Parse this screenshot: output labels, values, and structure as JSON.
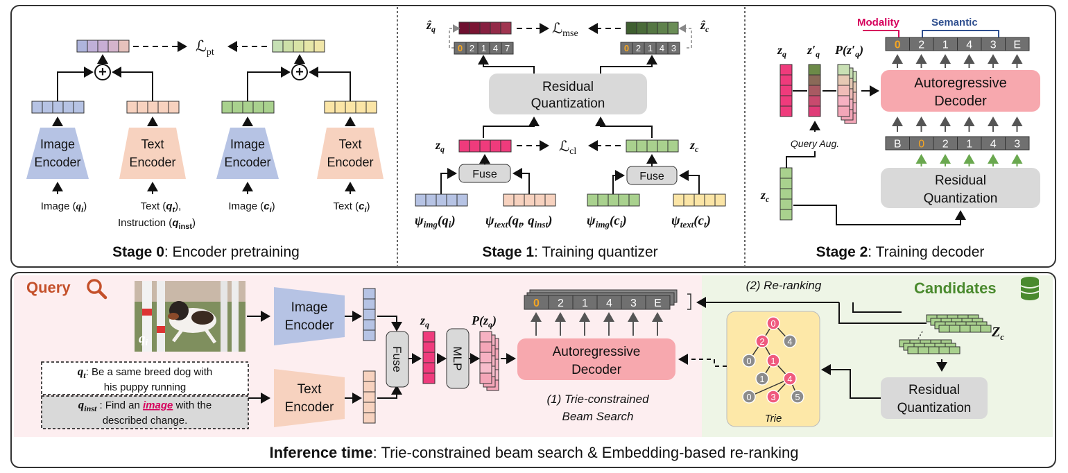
{
  "colors": {
    "img": "#b6c3e4",
    "txt": "#f7d2bf",
    "cand": "#a9d18e",
    "cand_text": "#fbe5a6",
    "pink": "#ef3b7c",
    "maroon": "#7a1432",
    "darkgreen": "#4a6b39",
    "decoder": "#f7a8ae",
    "gray": "#d9d9d9",
    "code": "#707070",
    "zero": "#f5a623",
    "query_bg": "#fdeef0",
    "cand_bg": "#eef5e6",
    "trie_bg": "#fde8a8",
    "modality": "#d6005c",
    "semantic": "#2f4f8f",
    "candidates": "#4a8a2e",
    "query": "#c4502a"
  },
  "stage0": {
    "title_bold": "Stage 0",
    "title_rest": ": Encoder pretraining",
    "loss": "ℒ",
    "loss_sub": "pt",
    "plus": "+",
    "enc_image_1": "Image",
    "enc_image_2": "Encoder",
    "enc_text_1": "Text",
    "enc_text_2": "Encoder",
    "in_image_q": "Image (",
    "in_image_q_v": "q",
    "in_image_q_s": "i",
    "in_text_q": "Text (",
    "in_text_q_v": "q",
    "in_text_q_s": "t",
    "in_instr": "Instruction (",
    "in_instr_v": "q",
    "in_instr_s": "inst",
    "in_image_c": "Image (",
    "in_image_c_v": "c",
    "in_image_c_s": "i",
    "in_text_c": "Text (",
    "in_text_c_v": "c",
    "in_text_c_s": "i",
    "close": ")",
    "close_comma": "),"
  },
  "stage1": {
    "title_bold": "Stage 1",
    "title_rest": ": Training quantizer",
    "zq_hat": "ẑ",
    "zq_hat_sub": "q",
    "zc_hat": "ẑ",
    "zc_hat_sub": "c",
    "loss_mse": "ℒ",
    "loss_mse_sub": "mse",
    "loss_cl": "ℒ",
    "loss_cl_sub": "cl",
    "codes_q": [
      "0",
      "2",
      "1",
      "4",
      "7"
    ],
    "codes_c": [
      "0",
      "2",
      "1",
      "4",
      "3"
    ],
    "rq_1": "Residual",
    "rq_2": "Quantization",
    "zq": "z",
    "zq_sub": "q",
    "zc": "z",
    "zc_sub": "c",
    "fuse": "Fuse",
    "psi": "ψ",
    "psi_img_sub": "img",
    "psi_text_sub": "text",
    "arg_qi": "(q",
    "arg_qi_s": "i",
    "arg_qt": "(q",
    "arg_qt_s": "t",
    "arg_qt_mid": ", q",
    "arg_qinst_s": "inst",
    "arg_ci": "(c",
    "arg_ci_s": "i",
    "arg_ct": "(c",
    "arg_ct_s": "t",
    "close": ")"
  },
  "stage2": {
    "title_bold": "Stage 2",
    "title_rest": ": Training decoder",
    "modality": "Modality",
    "semantic": "Semantic",
    "codes_out": [
      "0",
      "2",
      "1",
      "4",
      "3",
      "E"
    ],
    "codes_in": [
      "B",
      "0",
      "2",
      "1",
      "4",
      "3"
    ],
    "zq": "z",
    "zq_sub": "q",
    "zq_prime": "z′",
    "zq_prime_sub": "q",
    "p": "P(z′",
    "p_sub": "q",
    "p_close": ")",
    "query_aug": "Query Aug.",
    "decoder_1": "Autoregressive",
    "decoder_2": "Decoder",
    "rq_1": "Residual",
    "rq_2": "Quantization",
    "zc": "z",
    "zc_sub": "c"
  },
  "inference": {
    "title_bold": "Inference time",
    "title_rest": ": Trie-constrained beam search & Embedding-based re-ranking",
    "query": "Query",
    "candidates": "Candidates",
    "qi": "q",
    "qi_sub": "i",
    "qt": "q",
    "qt_sub": "t",
    "qt_text_1": ": Be a same breed dog with",
    "qt_text_2": "his puppy running",
    "qinst": "q",
    "qinst_sub": "inst",
    "qinst_text_1a": " : Find an ",
    "qinst_text_1b": "image",
    "qinst_text_1c": " with the",
    "qinst_text_2": "described change.",
    "enc_image_1": "Image",
    "enc_image_2": "Encoder",
    "enc_text_1": "Text",
    "enc_text_2": "Encoder",
    "fuse": "Fuse",
    "mlp": "MLP",
    "zq": "z",
    "zq_sub": "q",
    "pz": "P(z",
    "pz_sub": "q",
    "pz_close": ")",
    "codes": [
      "0",
      "2",
      "1",
      "4",
      "3",
      "E"
    ],
    "decoder_1": "Autoregressive",
    "decoder_2": "Decoder",
    "beam_1": "(1) Trie-constrained",
    "beam_2": "Beam Search",
    "rerank": "(2) Re-ranking",
    "trie": "Trie",
    "trie_nodes": [
      "0",
      "2",
      "4",
      "0",
      "1",
      "1",
      "4",
      "0",
      "3",
      "5"
    ],
    "Zc": "Z",
    "Zc_sub": "c",
    "rq_1": "Residual",
    "rq_2": "Quantization"
  }
}
